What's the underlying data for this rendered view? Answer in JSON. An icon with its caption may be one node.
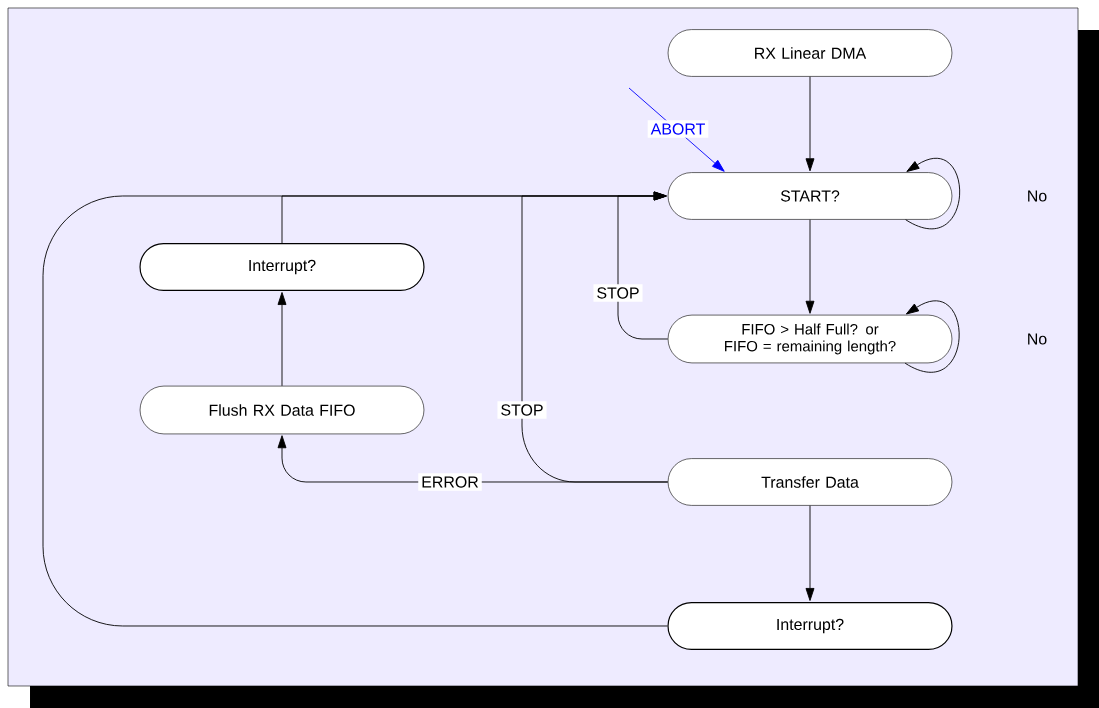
{
  "diagram": {
    "nodes": [
      {
        "text": [
          "RX Linear DMA"
        ]
      },
      {
        "text": [
          "START?"
        ]
      },
      {
        "text": [
          "FIFO > Half Full? or FIFO = remaining length?"
        ]
      },
      {
        "text": [
          "Interrupt?"
        ]
      },
      {
        "text": [
          "Flush RX Data FIFO"
        ]
      },
      {
        "text": [
          "Transfer Data"
        ]
      },
      {
        "text": [
          "Interrupt?"
        ]
      }
    ],
    "edges": [
      {
        "from": 0,
        "to": 1,
        "arrow": "to"
      },
      {
        "from": 1,
        "to": 1,
        "arrow": "to",
        "label": "No"
      },
      {
        "from": 1,
        "to": 2,
        "arrow": "to"
      },
      {
        "from": 2,
        "to": 2,
        "arrow": "to",
        "label": "No"
      },
      {
        "from": 2,
        "to": 1,
        "arrow": "to",
        "label": "STOP"
      },
      {
        "from": 5,
        "to": 1,
        "arrow": "to",
        "label": "STOP"
      },
      {
        "from": 5,
        "to": 4,
        "arrow": "to",
        "label": "ERROR"
      },
      {
        "from": 4,
        "to": 3,
        "arrow": "to"
      },
      {
        "from": 3,
        "to": 1,
        "arrow": "to"
      },
      {
        "from": 5,
        "to": 6,
        "arrow": "to"
      },
      {
        "from": 6,
        "to": 1,
        "arrow": "to"
      },
      {
        "from": null,
        "to": 1,
        "arrow": "to",
        "label": "ABORT",
        "color": "#0000ff"
      }
    ]
  }
}
